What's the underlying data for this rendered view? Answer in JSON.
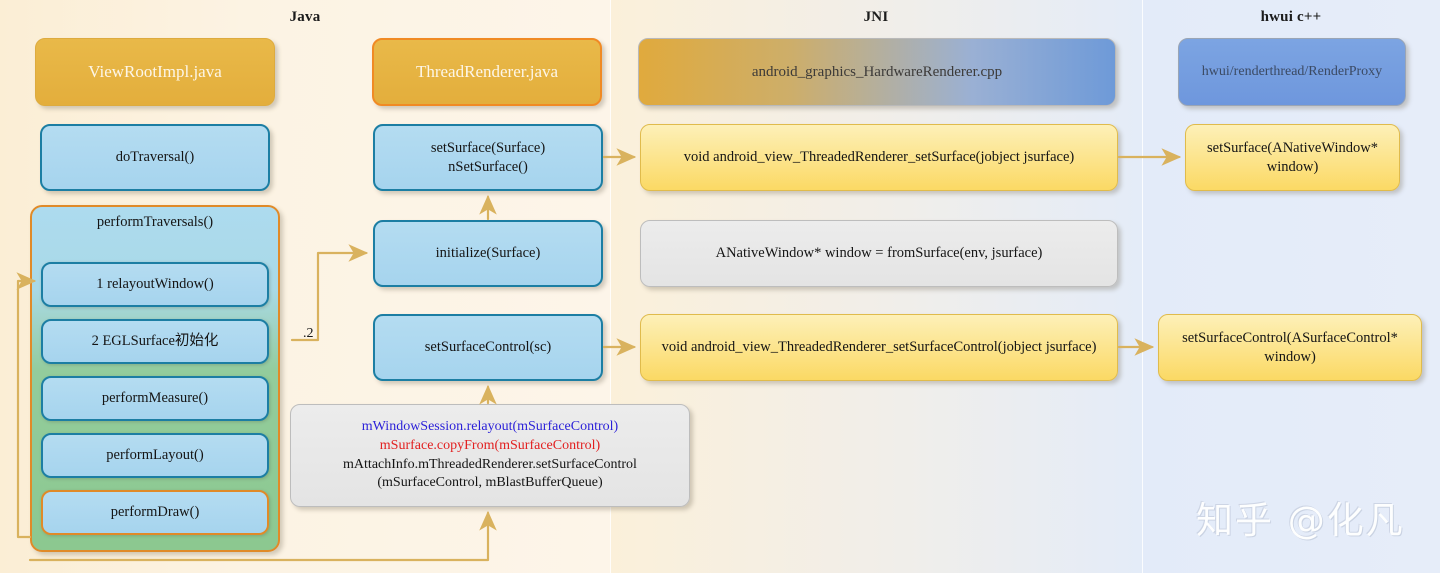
{
  "columns": [
    {
      "key": "java",
      "title": "Java"
    },
    {
      "key": "jni",
      "title": "JNI"
    },
    {
      "key": "hwui",
      "title": "hwui c++"
    }
  ],
  "java": {
    "header_left": "ViewRootImpl.java",
    "header_right": "ThreadRenderer.java",
    "do_traversal": "doTraversal()",
    "group_label": "performTraversals()",
    "group_items": [
      "1 relayoutWindow()",
      "2 EGLSurface初始化",
      "performMeasure()",
      "performLayout()",
      "performDraw()"
    ],
    "set_surface": "setSurface(Surface)\nnSetSurface()",
    "set_surface_line1": "setSurface(Surface)",
    "set_surface_line2": "nSetSurface()",
    "initialize": "initialize(Surface)",
    "set_surface_control": "setSurfaceControl(sc)",
    "edge_label": ".2",
    "note": {
      "line1": "mWindowSession.relayout(mSurfaceControl)",
      "line2": "mSurface.copyFrom(mSurfaceControl)",
      "line3": "mAttachInfo.mThreadedRenderer.setSurfaceControl",
      "line4": "(mSurfaceControl, mBlastBufferQueue)"
    }
  },
  "jni": {
    "header": "android_graphics_HardwareRenderer.cpp",
    "set_surface_fn": "void android_view_ThreadedRenderer_setSurface(jobject jsurface)",
    "from_surface_stmt": "ANativeWindow* window = fromSurface(env, jsurface)",
    "set_surface_control_fn": "void android_view_ThreadedRenderer_setSurfaceControl(jobject jsurface)"
  },
  "hwui": {
    "header": "hwui/renderthread/RenderProxy",
    "set_surface": "setSurface(ANativeWindow* window)",
    "set_surface_control": "setSurfaceControl(ASurfaceControl* window)"
  },
  "watermark": "知乎 @化凡",
  "colors": {
    "blue_node_fill": "#aad7ef",
    "blue_node_border": "#1c7ea3",
    "yellow_node_fill": "#fbd964",
    "orange_header": "#e3ae3c",
    "group_border": "#e08a28",
    "wire": "#d9b25e",
    "note_blue": "#2a1fd8",
    "note_red": "#e22020"
  }
}
